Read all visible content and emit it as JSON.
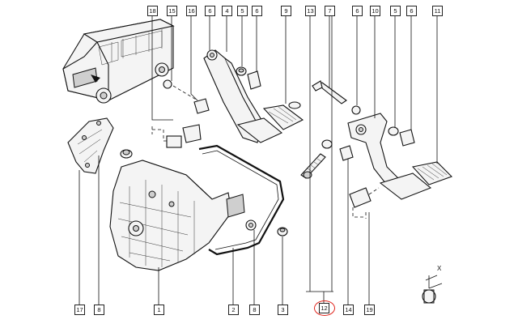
{
  "diagram": {
    "callouts_top": [
      "18",
      "15",
      "16",
      "6",
      "4",
      "5",
      "6",
      "9",
      "13",
      "7",
      "6",
      "10",
      "5",
      "6",
      "11"
    ],
    "callouts_bottom": [
      "17",
      "8",
      "1",
      "2",
      "8",
      "3",
      "12",
      "14",
      "19"
    ],
    "highlighted_callout": "12",
    "axis_label": "X"
  }
}
